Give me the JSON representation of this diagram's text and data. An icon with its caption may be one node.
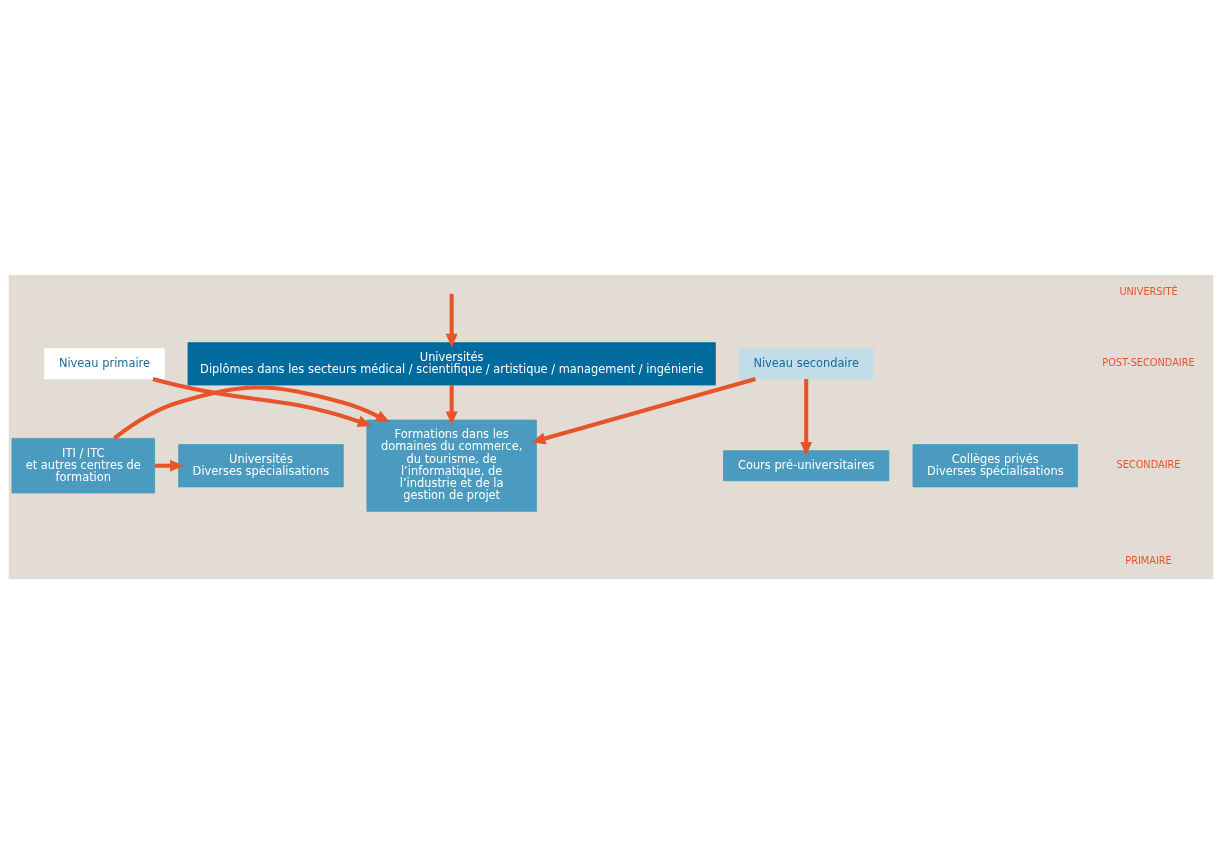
{
  "diagram": {
    "nodes": [
      {
        "text": [
          "Universités",
          "Diplômes dans les secteurs médical / scientifique / artistique / management / ingénierie"
        ]
      },
      {
        "text": [
          "Collèges privés",
          "Diverses spécialisations"
        ]
      },
      {
        "text": [
          "Universités",
          "Diverses spécialisations"
        ]
      },
      {
        "text": [
          "ITI / ITC",
          "et autres centres de formation"
        ]
      },
      {
        "text": [
          "Formations dans les domaines du commerce, du tourisme, de l’informatique, de l’industrie et de la gestion de projet"
        ]
      },
      {
        "text": [
          "Cours pré-universitaires"
        ]
      },
      {
        "text": [
          "Niveau secondaire"
        ]
      },
      {
        "text": [
          "Niveau primaire"
        ]
      }
    ],
    "edges": [
      {
        "from": null,
        "to": 0,
        "arrow": "to"
      },
      {
        "from": 0,
        "to": 4,
        "arrow": "to"
      },
      {
        "from": 3,
        "to": 2,
        "arrow": "to"
      },
      {
        "from": 3,
        "to": 4,
        "arrow": "to"
      },
      {
        "from": 6,
        "to": 5,
        "arrow": "to"
      },
      {
        "from": 6,
        "to": 4,
        "arrow": "to"
      },
      {
        "from": 7,
        "to": 4,
        "arrow": "to"
      }
    ],
    "labels": [
      "UNIVERSITÉ",
      "POST-SECONDAIRE",
      "SECONDAIRE",
      "PRIMAIRE"
    ]
  }
}
